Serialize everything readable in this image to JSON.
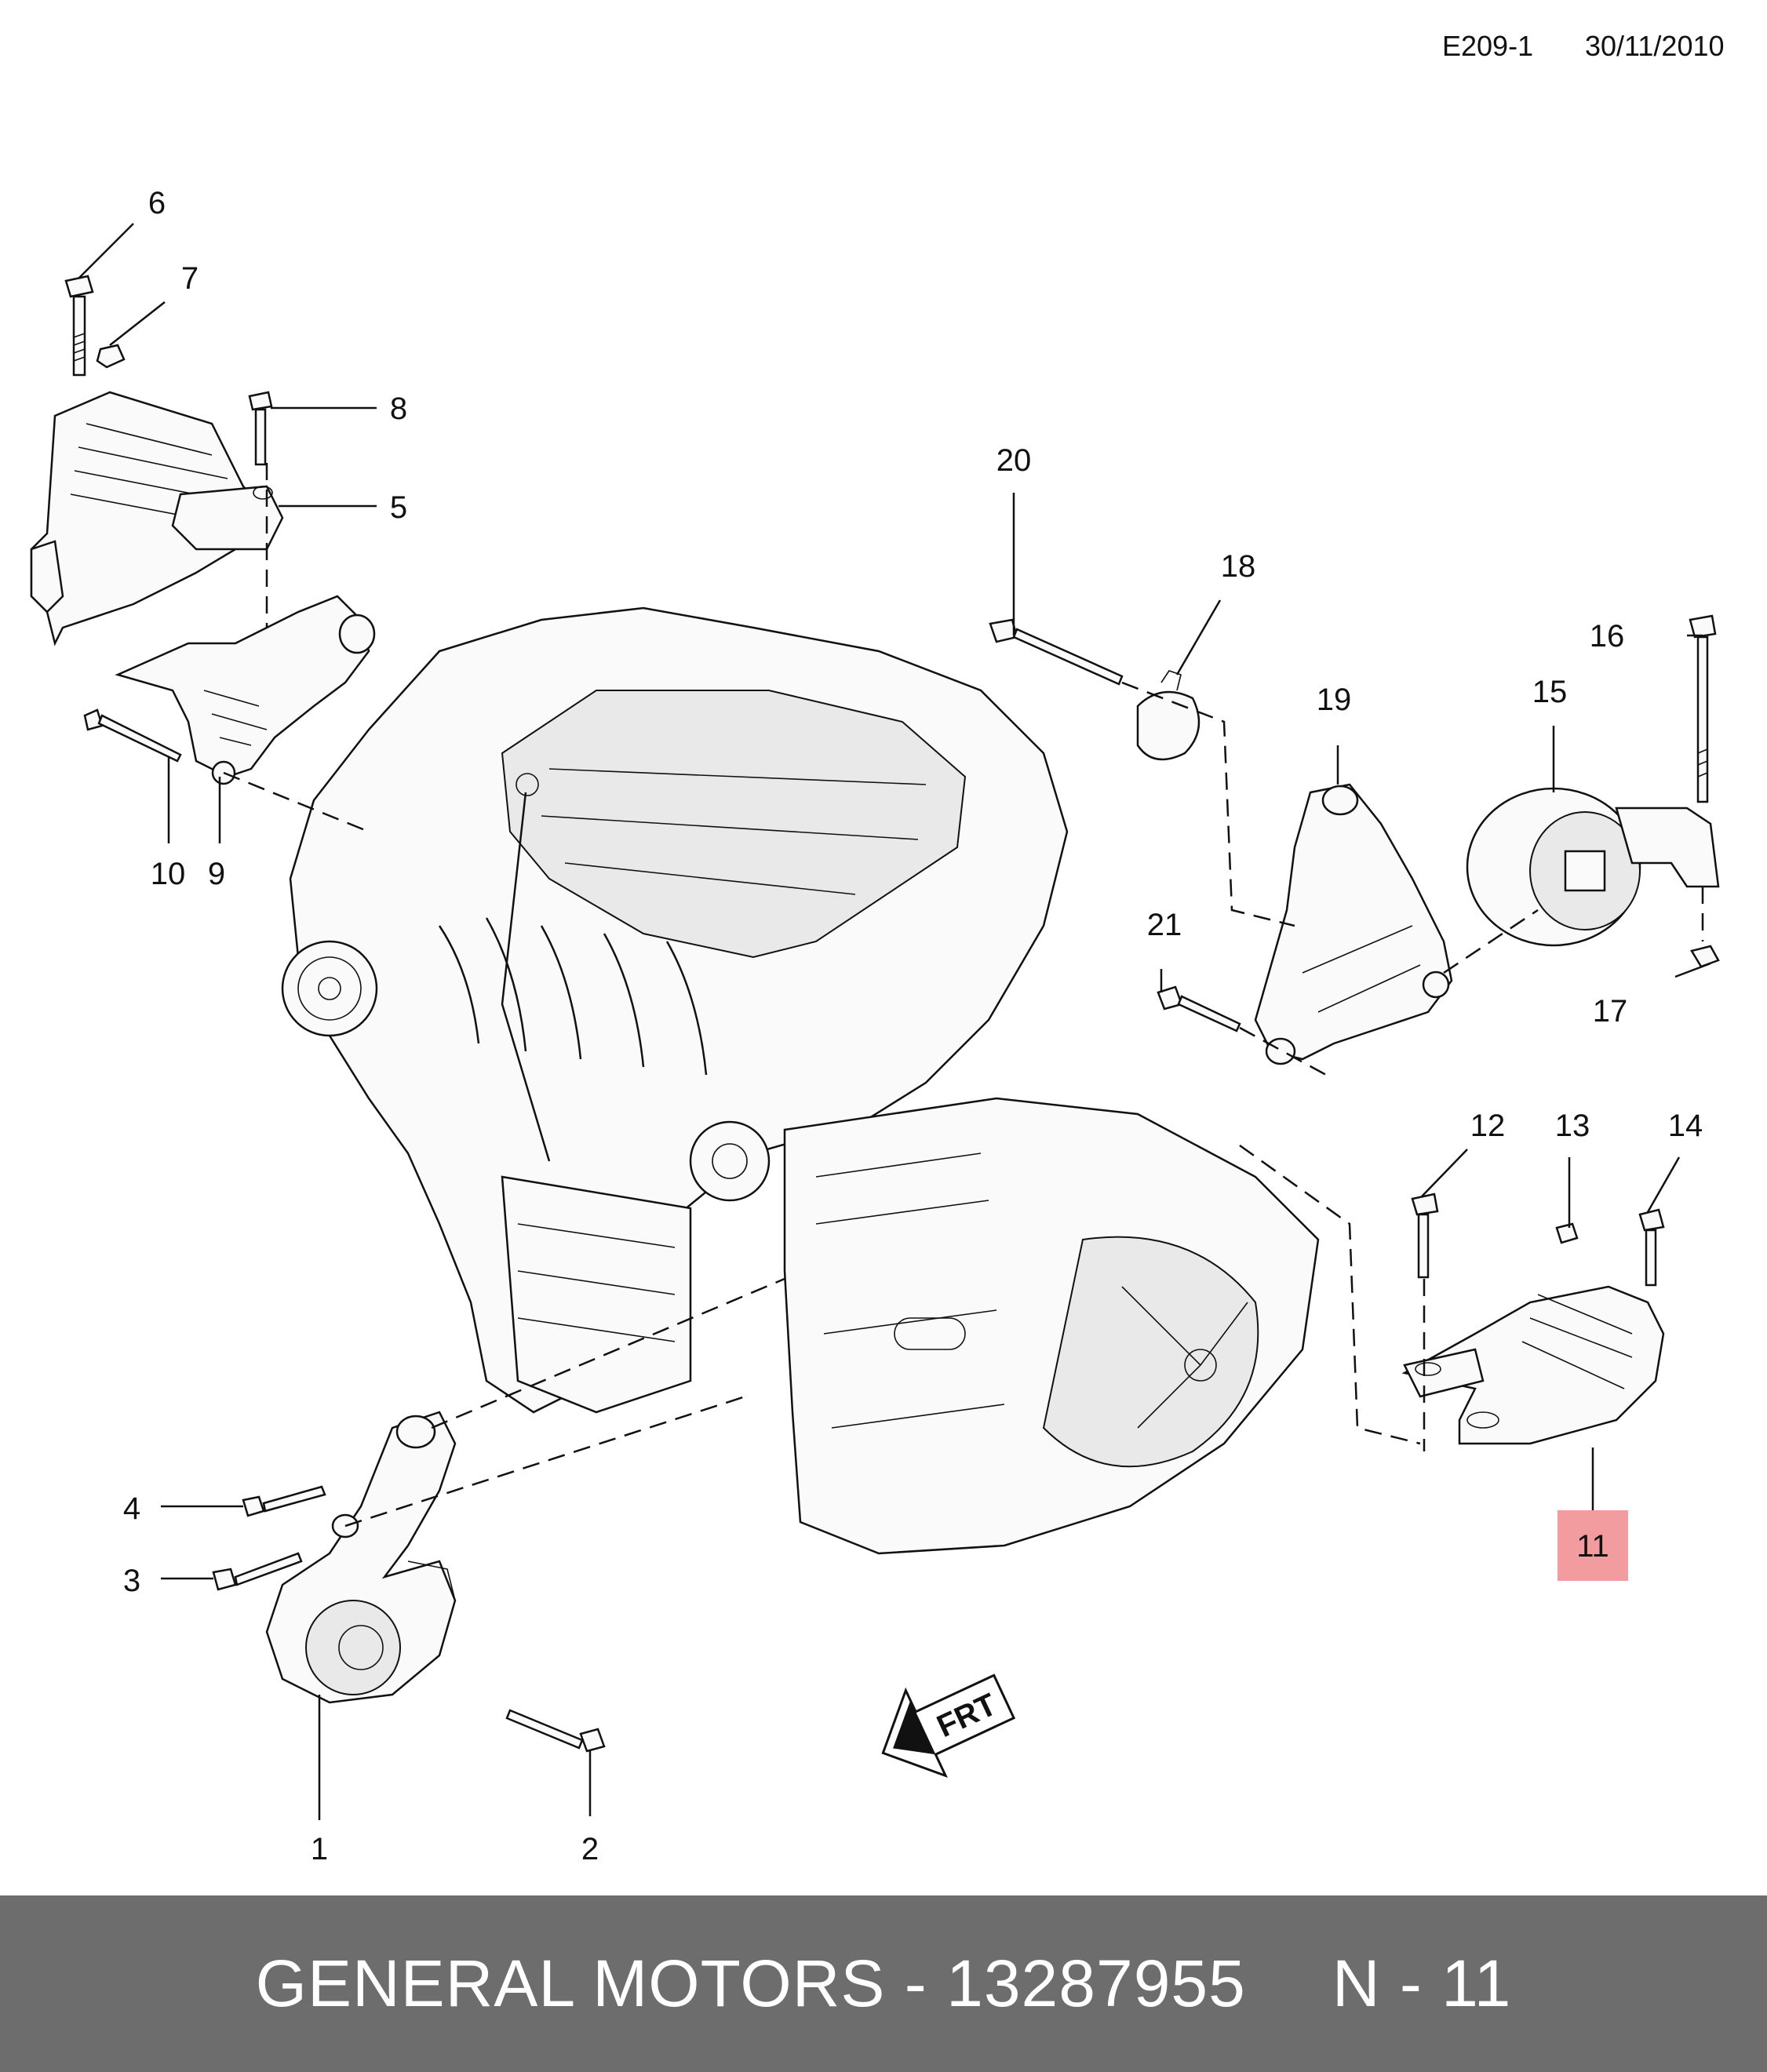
{
  "header": {
    "diagram_code": "E209-1",
    "date": "30/11/2010"
  },
  "callouts": [
    {
      "id": "c1",
      "label": "1"
    },
    {
      "id": "c2",
      "label": "2"
    },
    {
      "id": "c3",
      "label": "3"
    },
    {
      "id": "c4",
      "label": "4"
    },
    {
      "id": "c5",
      "label": "5"
    },
    {
      "id": "c6",
      "label": "6"
    },
    {
      "id": "c7",
      "label": "7"
    },
    {
      "id": "c8",
      "label": "8"
    },
    {
      "id": "c9",
      "label": "9"
    },
    {
      "id": "c10",
      "label": "10"
    },
    {
      "id": "c11",
      "label": "11",
      "highlighted": true
    },
    {
      "id": "c12",
      "label": "12"
    },
    {
      "id": "c13",
      "label": "13"
    },
    {
      "id": "c14",
      "label": "14"
    },
    {
      "id": "c15",
      "label": "15"
    },
    {
      "id": "c16",
      "label": "16"
    },
    {
      "id": "c17",
      "label": "17"
    },
    {
      "id": "c18",
      "label": "18"
    },
    {
      "id": "c19",
      "label": "19"
    },
    {
      "id": "c20",
      "label": "20"
    },
    {
      "id": "c21",
      "label": "21"
    }
  ],
  "direction_marker": "FRT",
  "footer": {
    "brand": "GENERAL MOTORS",
    "separator": "-",
    "part_number": "13287955",
    "ref": "N - 11"
  },
  "colors": {
    "footer_background": "#6d6d6d",
    "footer_text": "#ffffff",
    "highlight": "#f29c9f",
    "line": "#111111"
  }
}
